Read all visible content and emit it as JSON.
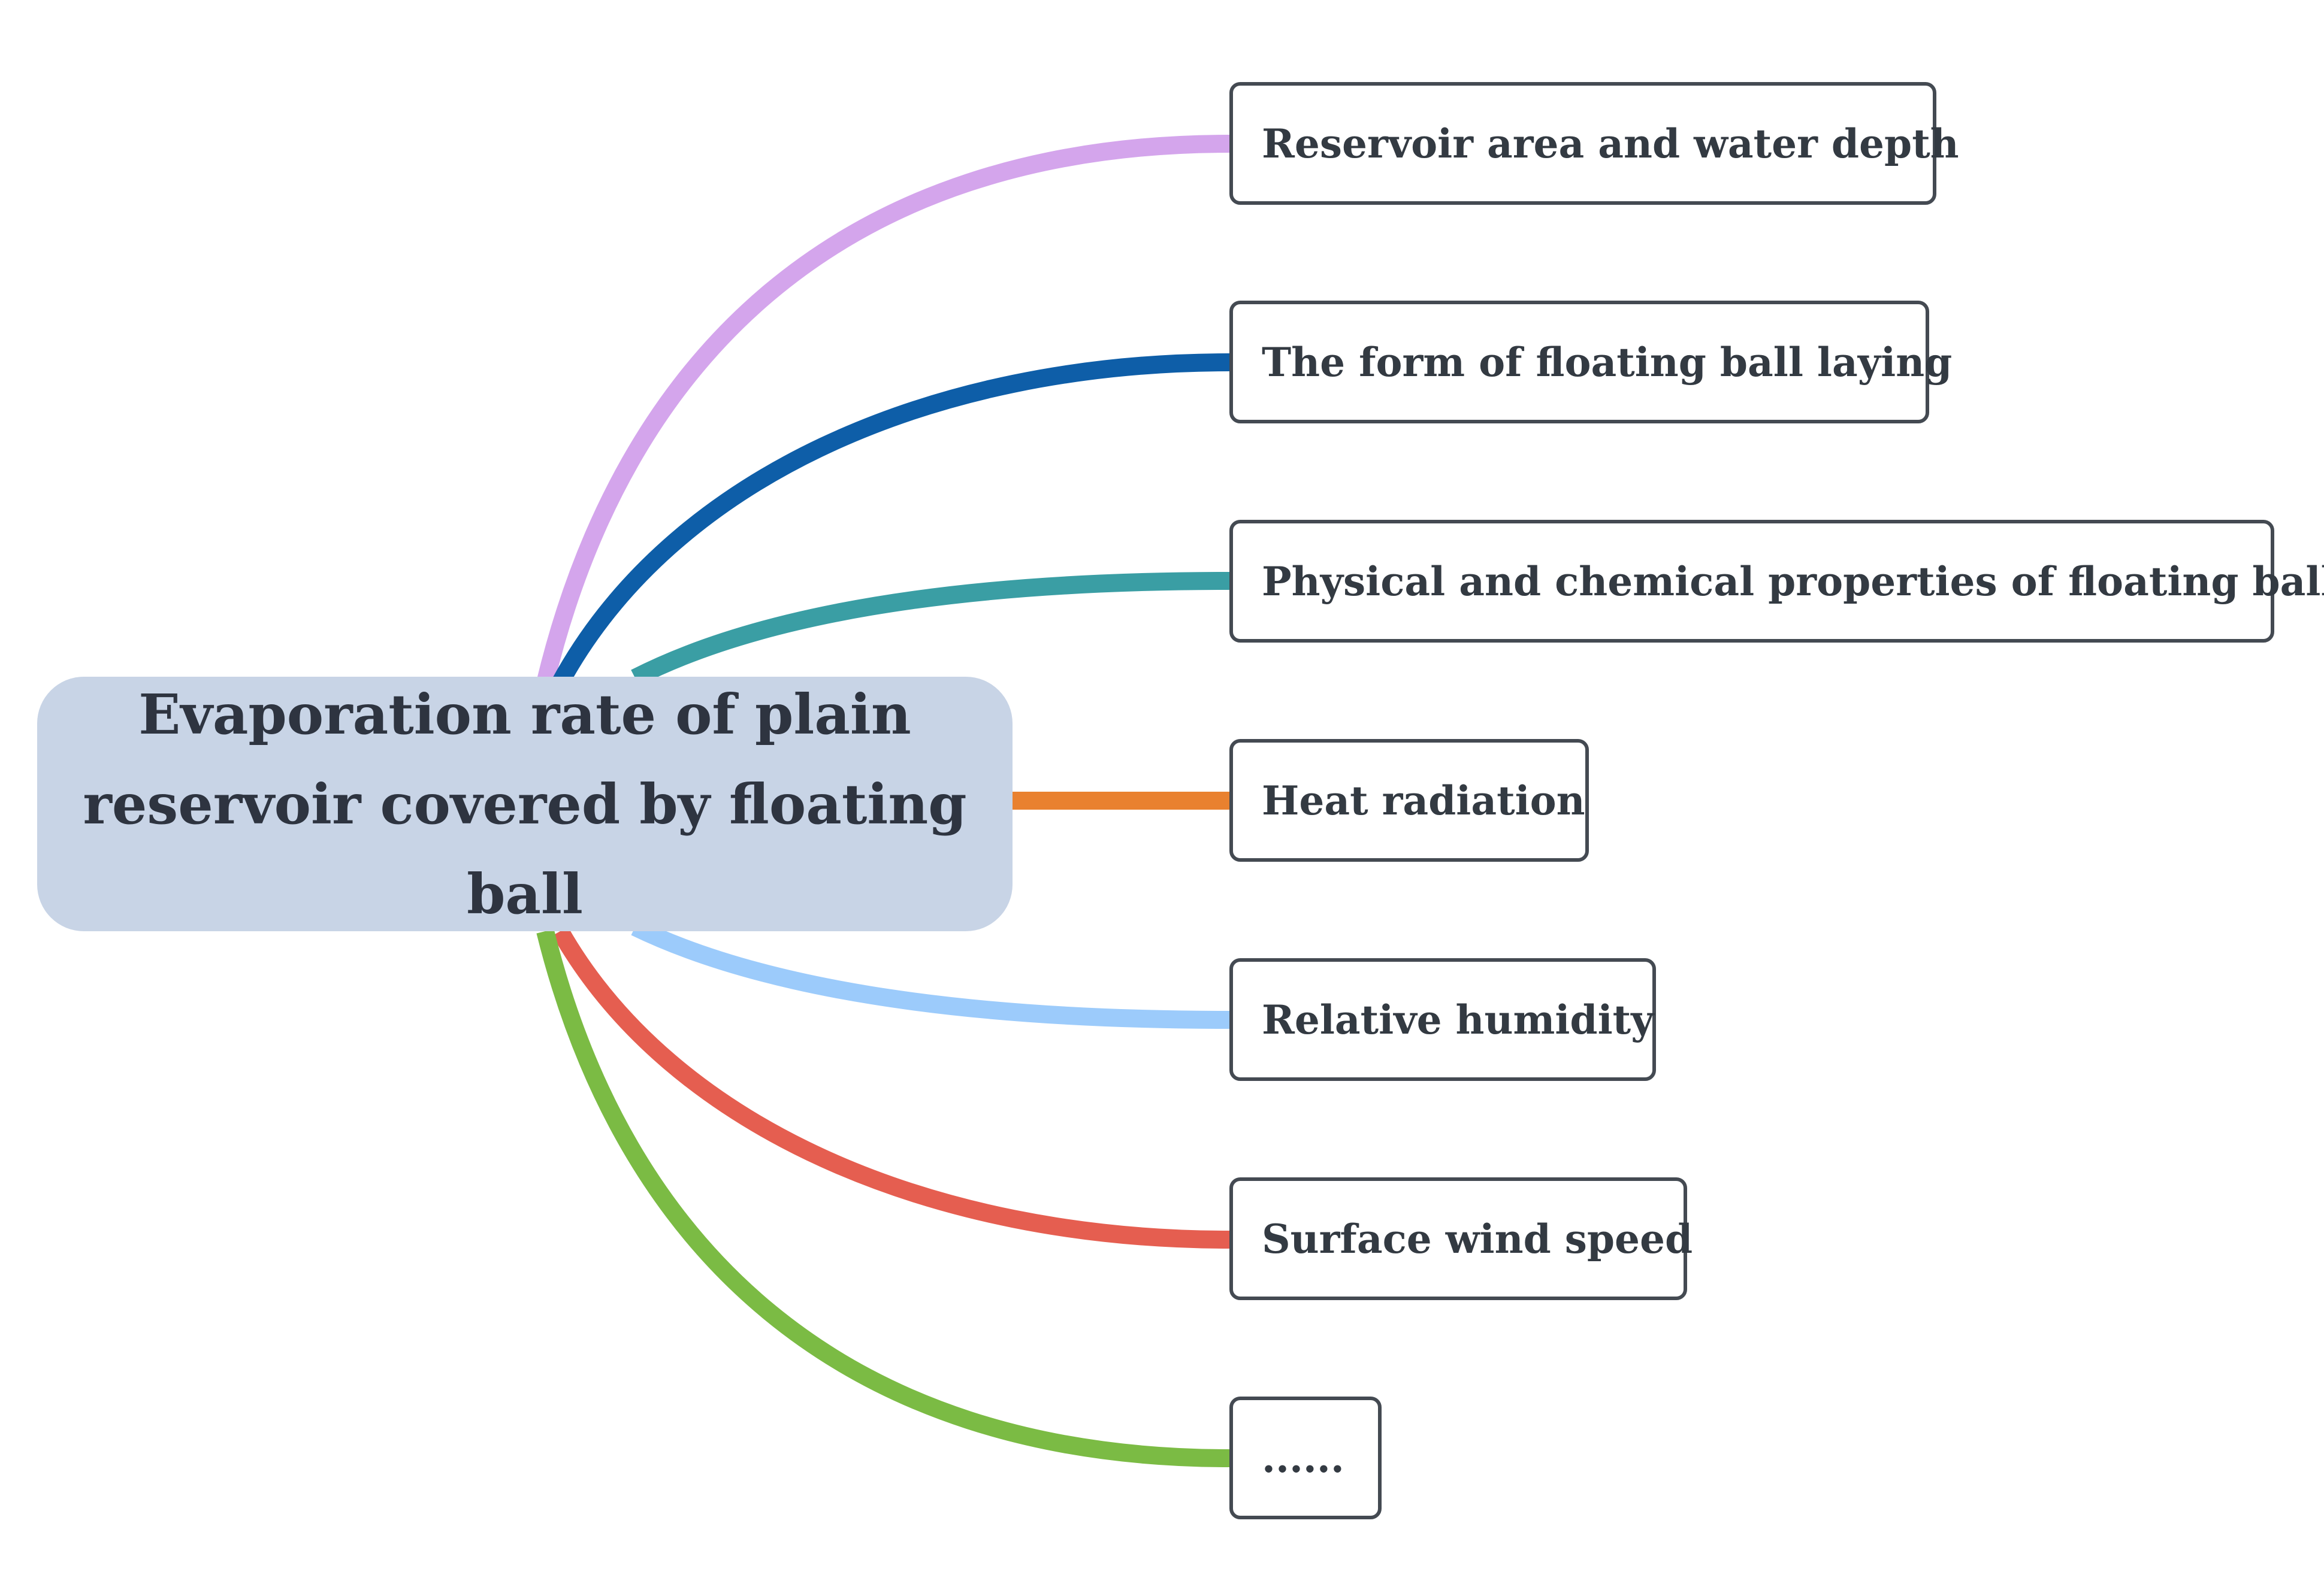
{
  "diagram": {
    "root": {
      "label": "Evaporation rate of plain reservoir covered by floating ball"
    },
    "children": [
      {
        "label": "Reservoir area and water depth",
        "color": "#d4a5ec"
      },
      {
        "label": "The form of floating ball laying",
        "color": "#0e5ea8"
      },
      {
        "label": "Physical and chemical properties of floating ball",
        "color": "#3a9ea4"
      },
      {
        "label": "Heat radiation",
        "color": "#e9812f"
      },
      {
        "label": "Relative humidity",
        "color": "#9ccbfb"
      },
      {
        "label": "Surface wind speed",
        "color": "#e55e50"
      },
      {
        "label": "......",
        "color": "#7bbb44"
      }
    ]
  }
}
